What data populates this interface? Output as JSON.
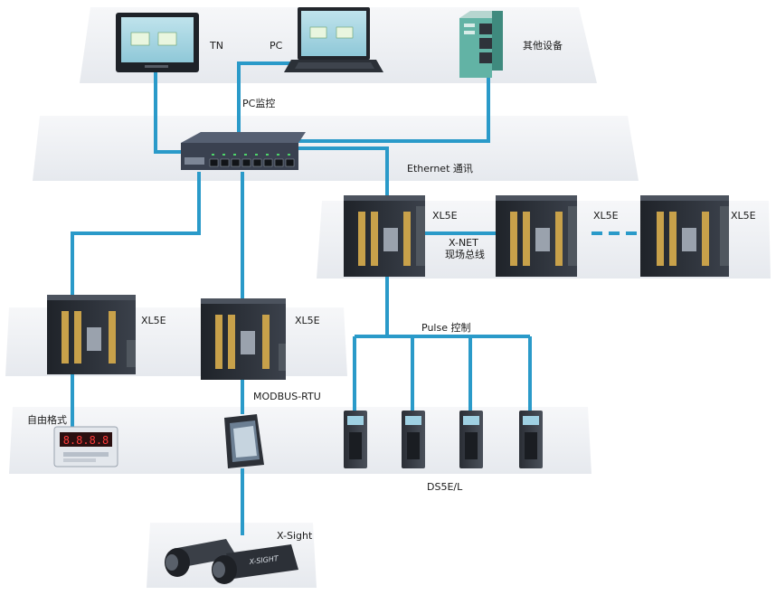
{
  "labels": {
    "tn": "TN",
    "pc": "PC",
    "other_device": "其他设备",
    "pc_monitor": "PC监控",
    "ethernet": "Ethernet 通讯",
    "xl5e": "XL5E",
    "xnet": "X-NET",
    "fieldbus": "现场总线",
    "pulse": "Pulse 控制",
    "modbus": "MODBUS-RTU",
    "free_format": "自由格式",
    "ds5e": "DS5E/L",
    "xsight": "X-Sight"
  },
  "device_text": {
    "camera_brand": "X-SIGHT",
    "display_digits": "8.8.8.8"
  },
  "colors": {
    "link": "#2a9ac9",
    "shelf": "#eef0f3",
    "plc_body": "#2b2f36",
    "terminal": "#c8a14a",
    "switch_body": "#3a4150"
  }
}
